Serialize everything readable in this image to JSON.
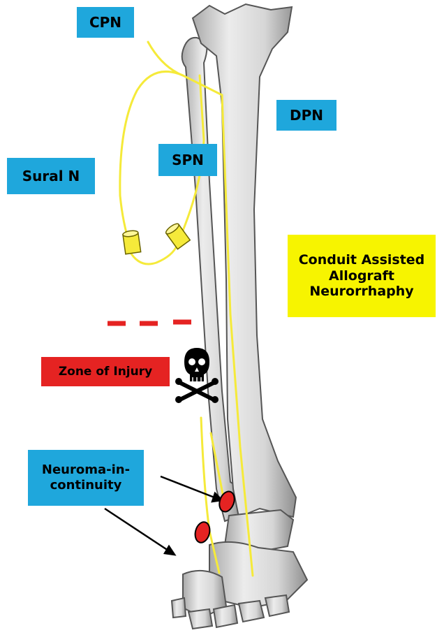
{
  "labels": {
    "cpn": "CPN",
    "dpn": "DPN",
    "spn": "SPN",
    "sural": "Sural N",
    "conduit": "Conduit Assisted Allograft Neurorrhaphy",
    "zone": "Zone of Injury",
    "neuroma": "Neuroma-in-continuity"
  },
  "colors": {
    "label_blue": "#1fa7dc",
    "label_yellow": "#f7f400",
    "label_red": "#e52322",
    "nerve": "#f5ea3a",
    "neuroma_marker": "#e52322",
    "bone": "#d8d8d8"
  },
  "icons": {
    "hazard": "skull-and-crossbones-icon"
  }
}
